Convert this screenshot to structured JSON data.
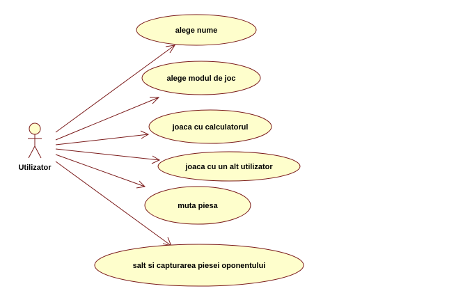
{
  "diagram": {
    "type": "use-case",
    "actor": {
      "name": "Utilizator",
      "icon": "stick-figure-actor-icon"
    },
    "use_cases": [
      {
        "id": "uc1",
        "label": "alege nume"
      },
      {
        "id": "uc2",
        "label": "alege modul de joc"
      },
      {
        "id": "uc3",
        "label": "joaca cu calculatorul"
      },
      {
        "id": "uc4",
        "label": "joaca cu un alt utilizator"
      },
      {
        "id": "uc5",
        "label": "muta piesa"
      },
      {
        "id": "uc6",
        "label": "salt si capturarea piesei oponentului"
      }
    ],
    "associations": [
      {
        "from": "actor",
        "to": "uc1",
        "directed": true
      },
      {
        "from": "actor",
        "to": "uc2",
        "directed": true
      },
      {
        "from": "actor",
        "to": "uc3",
        "directed": true
      },
      {
        "from": "actor",
        "to": "uc4",
        "directed": true
      },
      {
        "from": "actor",
        "to": "uc5",
        "directed": true
      },
      {
        "from": "actor",
        "to": "uc6",
        "directed": true
      }
    ],
    "colors": {
      "use_case_fill": "#fefecc",
      "stroke": "#7a1a1a",
      "text": "#000000",
      "background": "#ffffff"
    }
  }
}
